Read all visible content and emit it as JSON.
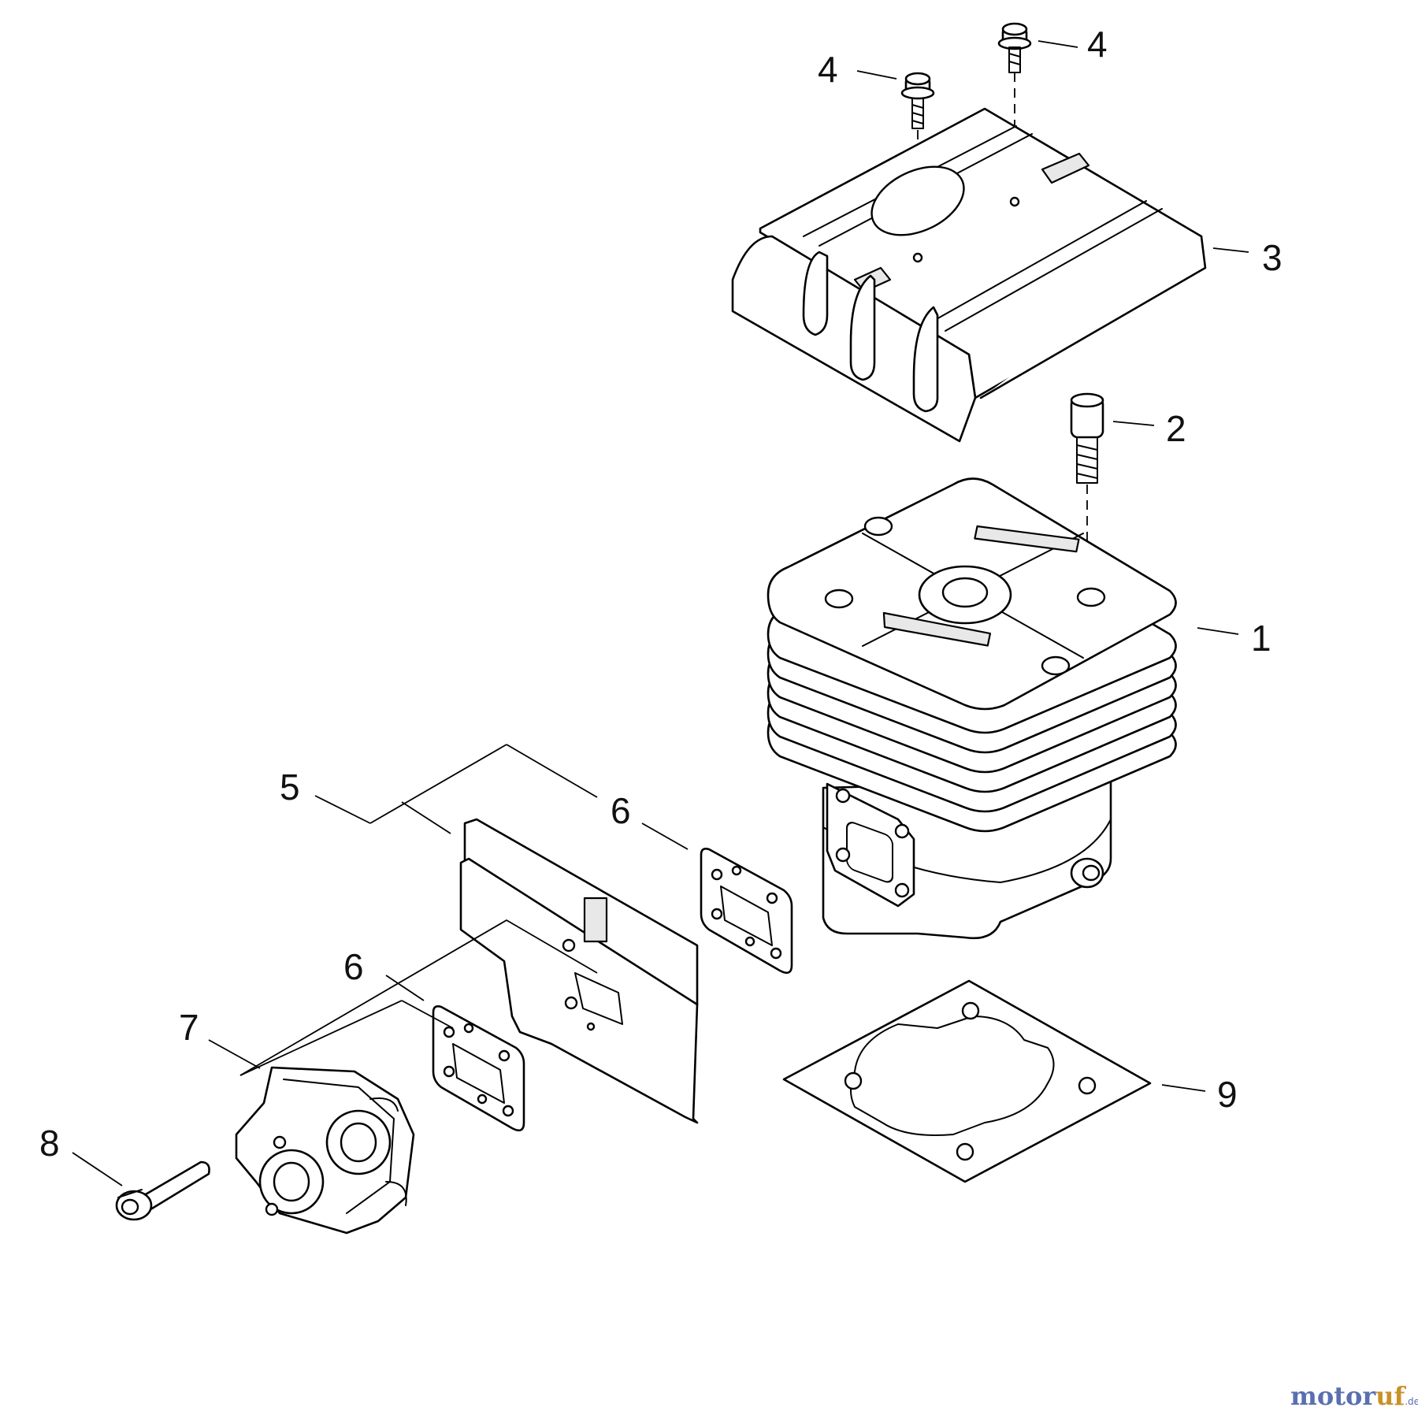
{
  "callouts": {
    "c1": "1",
    "c2": "2",
    "c3": "3",
    "c4a": "4",
    "c4b": "4",
    "c5": "5",
    "c6a": "6",
    "c6b": "6",
    "c7": "7",
    "c8": "8",
    "c9": "9"
  },
  "watermark": {
    "part1": "motor",
    "part2": "uf",
    "suffix": ".de"
  }
}
